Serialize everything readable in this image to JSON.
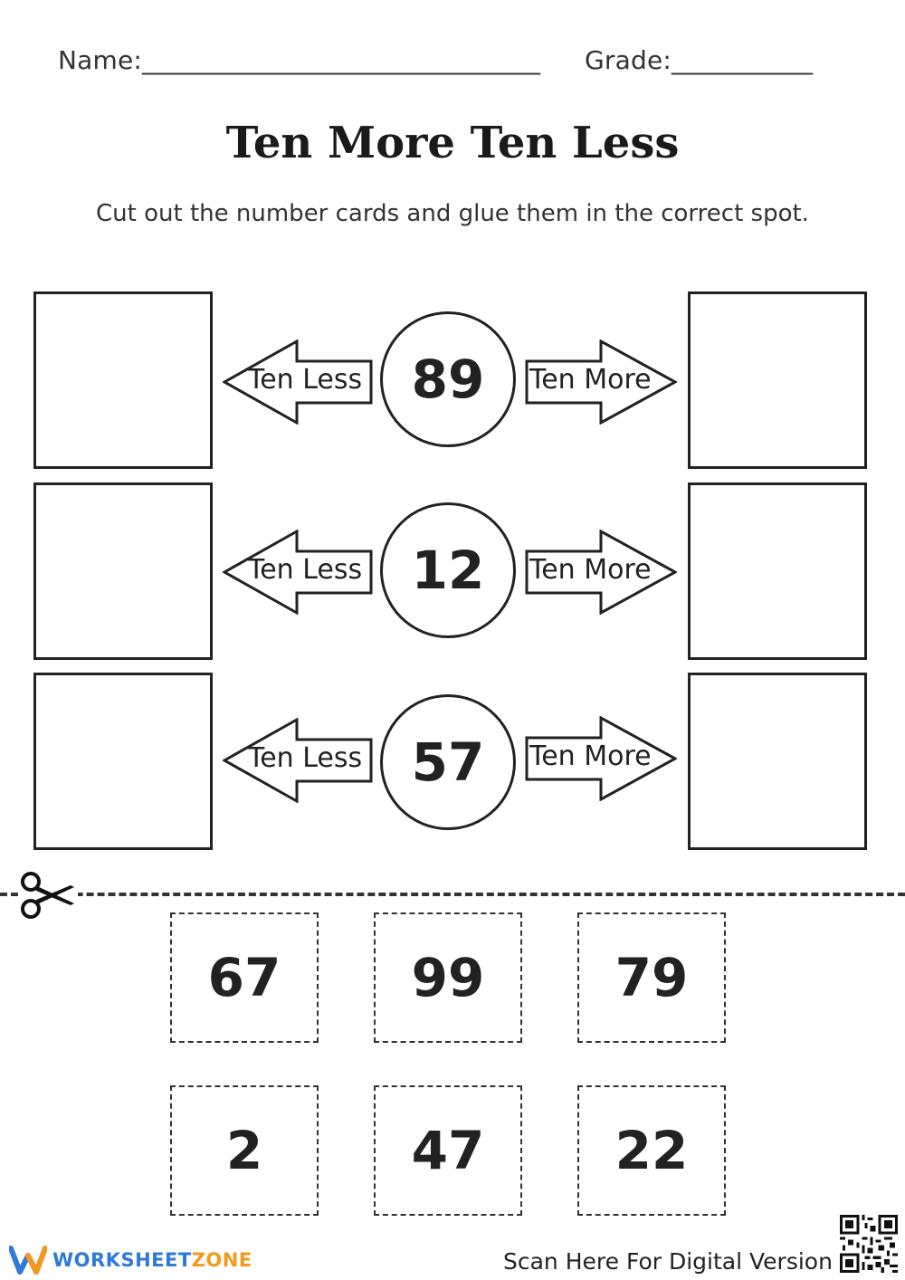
{
  "header": {
    "name_label": "Name:_______________________________",
    "grade_label": "Grade:___________"
  },
  "title": "Ten More Ten Less",
  "instructions": "Cut out the number cards and glue them in the correct spot.",
  "rows": [
    {
      "number": "89",
      "less_label": "Ten Less",
      "more_label": "Ten More"
    },
    {
      "number": "12",
      "less_label": "Ten Less",
      "more_label": "Ten More"
    },
    {
      "number": "57",
      "less_label": "Ten Less",
      "more_label": "Ten More"
    }
  ],
  "cards": [
    "67",
    "99",
    "79",
    "2",
    "47",
    "22"
  ],
  "footer": {
    "brand_part1": "WORKSHEET",
    "brand_part2": "ZONE",
    "scan_text": "Scan Here For Digital Version",
    "brand_colors": {
      "blue": "#2f7ad8",
      "orange": "#f39a1c"
    }
  },
  "icons": {
    "cut": "scissors-icon",
    "qr": "qr-code-icon",
    "logo": "worksheetzone-logo-icon"
  }
}
